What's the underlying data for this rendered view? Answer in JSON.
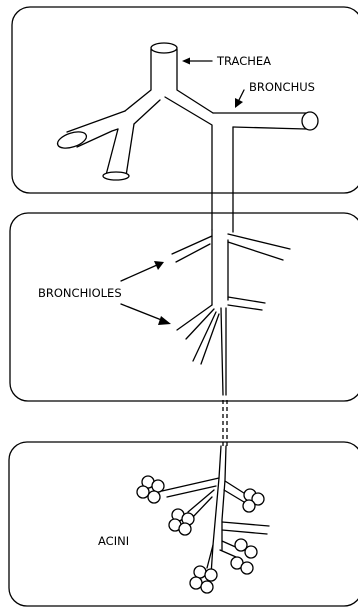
{
  "labels": {
    "trachea": "TRACHEA",
    "bronchus": "BRONCHUS",
    "bronchioles": "BRONCHIOLES",
    "acini": "ACINI"
  },
  "colors": {
    "ink": "#000000",
    "paper": "#ffffff"
  }
}
